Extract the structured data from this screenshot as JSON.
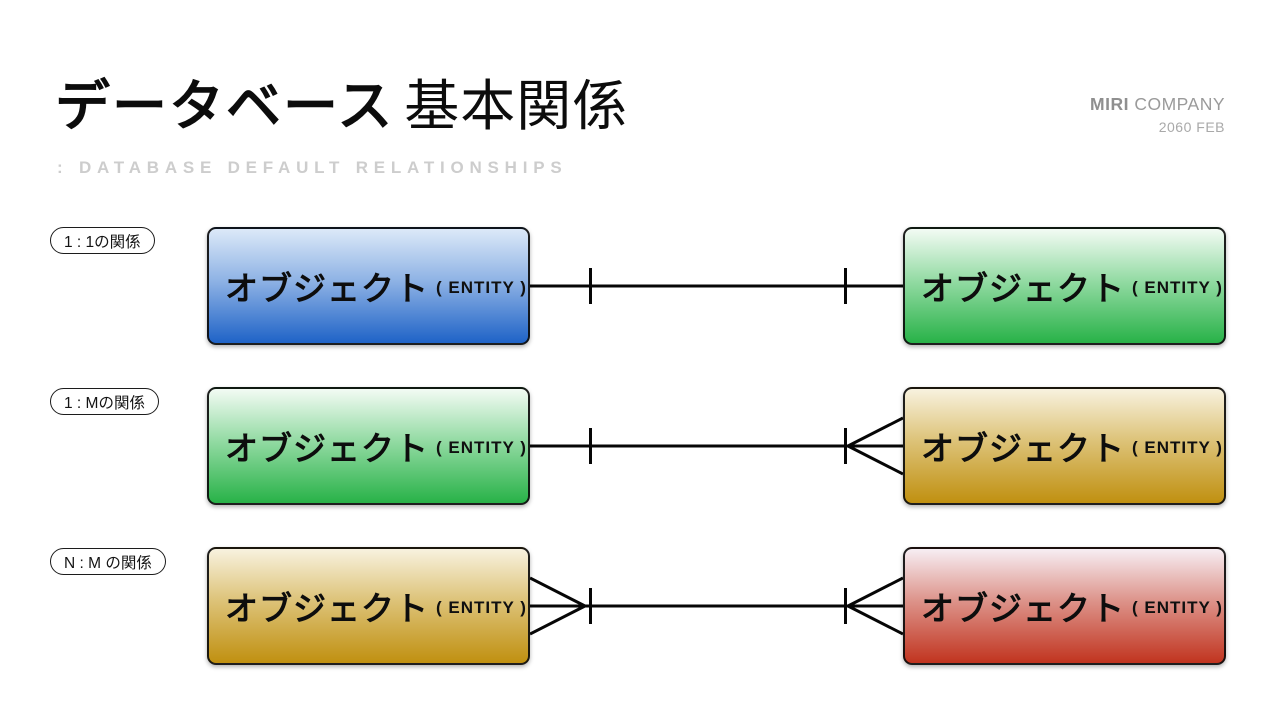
{
  "slide": {
    "title_main": "データベース",
    "title_sub": "基本関係",
    "subtitle": ": DATABASE DEFAULT RELATIONSHIPS",
    "company": {
      "bold": "MIRI",
      "rest": " COMPANY",
      "date": "2060 FEB"
    }
  },
  "diagram": {
    "rows": [
      {
        "label": "1 : 1の関係",
        "cardinality": "1:1",
        "left_end": "one",
        "right_end": "one",
        "left": {
          "name": "オブジェクト",
          "sub": "( ENTITY )",
          "color_name": "blue",
          "gradient_top": "#dce9f8",
          "gradient_bottom": "#1f63c7"
        },
        "right": {
          "name": "オブジェクト",
          "sub": "( ENTITY )",
          "color_name": "green",
          "gradient_top": "#f3fbf4",
          "gradient_bottom": "#28b248"
        }
      },
      {
        "label": "1 : Mの関係",
        "cardinality": "1:M",
        "left_end": "one",
        "right_end": "many",
        "left": {
          "name": "オブジェクト",
          "sub": "( ENTITY )",
          "color_name": "green",
          "gradient_top": "#f3fbf4",
          "gradient_bottom": "#28b248"
        },
        "right": {
          "name": "オブジェクト",
          "sub": "( ENTITY )",
          "color_name": "gold",
          "gradient_top": "#f8f2df",
          "gradient_bottom": "#c09010"
        }
      },
      {
        "label": "N : M の関係",
        "cardinality": "N:M",
        "left_end": "many",
        "right_end": "many",
        "left": {
          "name": "オブジェクト",
          "sub": "( ENTITY )",
          "color_name": "gold",
          "gradient_top": "#f8f2df",
          "gradient_bottom": "#c09010"
        },
        "right": {
          "name": "オブジェクト",
          "sub": "( ENTITY )",
          "color_name": "red",
          "gradient_top": "#f7eef3",
          "gradient_bottom": "#c1341f"
        }
      }
    ]
  }
}
